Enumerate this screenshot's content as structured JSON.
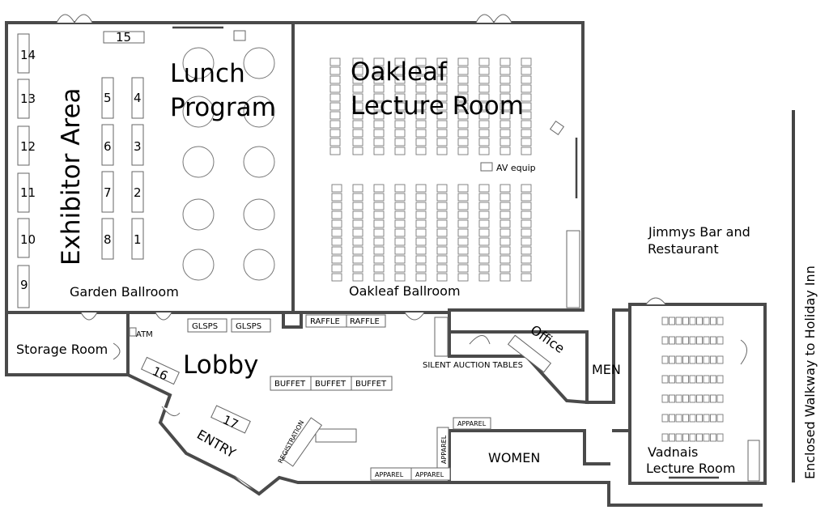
{
  "rooms": {
    "exhibitor_area": "Exhibitor Area",
    "lunch_line1": "Lunch",
    "lunch_line2": "Program",
    "oakleaf_line1": "Oakleaf",
    "oakleaf_line2": "Lecture Room",
    "garden_ballroom": "Garden Ballroom",
    "oakleaf_ballroom": "Oakleaf Ballroom",
    "storage_room": "Storage Room",
    "lobby": "Lobby",
    "office": "Office",
    "men": "MEN",
    "women": "WOMEN",
    "vadnais_line1": "Vadnais",
    "vadnais_line2": "Lecture Room",
    "jimmys_line1": "Jimmys Bar and",
    "jimmys_line2": "Restaurant",
    "walkway": "Enclosed Walkway to Holiday Inn",
    "entry": "ENTRY"
  },
  "booths": [
    "1",
    "2",
    "3",
    "4",
    "5",
    "6",
    "7",
    "8",
    "9",
    "10",
    "11",
    "12",
    "13",
    "14",
    "15",
    "16",
    "17"
  ],
  "labels": {
    "av_equip": "AV equip",
    "atm": "ATM",
    "glsps": "GLSPS",
    "raffle": "RAFFLE",
    "buffet": "BUFFET",
    "silent_auction": "SILENT AUCTION TABLES",
    "registration": "REGISTRATION",
    "apparel": "APPAREL"
  }
}
